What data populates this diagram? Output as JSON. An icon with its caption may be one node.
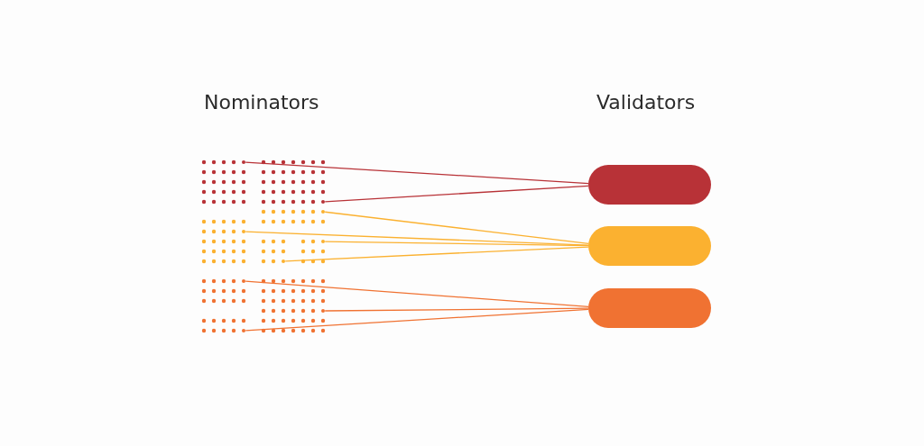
{
  "diagram": {
    "nodes": [
      {
        "text": [],
        "shape": "circle"
      },
      {
        "text": [],
        "shape": "circle"
      },
      {
        "text": [],
        "shape": "circle"
      },
      {
        "text": [],
        "shape": "circle"
      },
      {
        "text": [],
        "shape": "circle"
      },
      {
        "text": [],
        "shape": "circle"
      },
      {
        "text": [],
        "shape": "circle"
      },
      {
        "text": [],
        "shape": "circle"
      },
      {
        "text": [],
        "shape": "circle"
      },
      {
        "text": [],
        "shape": "box"
      },
      {
        "text": [],
        "shape": "box"
      },
      {
        "text": [],
        "shape": "box"
      }
    ],
    "edges": [
      {
        "from": 0,
        "to": 9,
        "arrow": "none",
        "color": "#b83237"
      },
      {
        "from": 1,
        "to": 9,
        "arrow": "none",
        "color": "#b83237"
      },
      {
        "from": 2,
        "to": 10,
        "arrow": "none"
      },
      {
        "from": 3,
        "to": 10,
        "arrow": "none"
      },
      {
        "from": 4,
        "to": 10,
        "arrow": "none"
      },
      {
        "from": 5,
        "to": 10,
        "arrow": "none"
      },
      {
        "from": 6,
        "to": 11,
        "arrow": "none",
        "color": "#f07232"
      },
      {
        "from": 7,
        "to": 11,
        "arrow": "none",
        "color": "#f07232"
      },
      {
        "from": 8,
        "to": 11,
        "arrow": "none",
        "color": "#f07232"
      }
    ],
    "labels": [
      "Nominators",
      "Validators"
    ]
  }
}
